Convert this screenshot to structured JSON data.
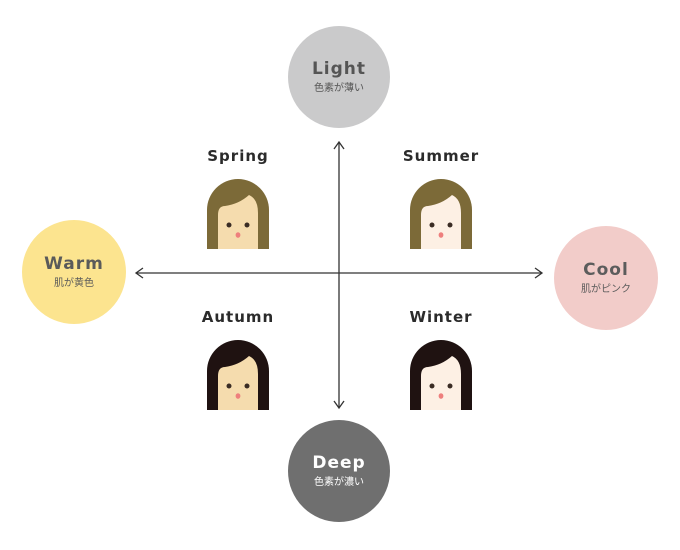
{
  "poles": {
    "light": {
      "title": "Light",
      "subtitle": "色素が薄い",
      "color": "#cacacb"
    },
    "warm": {
      "title": "Warm",
      "subtitle": "肌が黄色",
      "color": "#fce48f"
    },
    "cool": {
      "title": "Cool",
      "subtitle": "肌がピンク",
      "color": "#f2ccc9"
    },
    "deep": {
      "title": "Deep",
      "subtitle": "色素が濃い",
      "color": "#6f6f6f"
    }
  },
  "seasons": {
    "spring": {
      "label": "Spring",
      "hair_color": "#7c6a38",
      "skin_color": "#f5dcae",
      "icon": "girl-face-icon"
    },
    "summer": {
      "label": "Summer",
      "hair_color": "#7c6a38",
      "skin_color": "#fdf0e4",
      "icon": "girl-face-icon"
    },
    "autumn": {
      "label": "Autumn",
      "hair_color": "#1f1211",
      "skin_color": "#f5dcae",
      "icon": "girl-face-icon"
    },
    "winter": {
      "label": "Winter",
      "hair_color": "#1f1211",
      "skin_color": "#fdf0e4",
      "icon": "girl-face-icon"
    }
  },
  "axis_color": "#333333"
}
